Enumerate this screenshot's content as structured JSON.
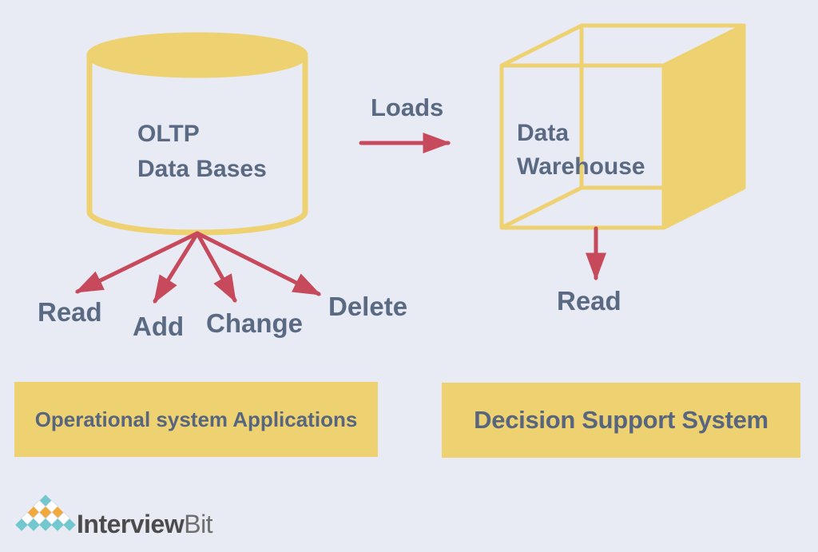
{
  "diagram": {
    "oltp": {
      "line1": "OLTP",
      "line2": "Data Bases"
    },
    "loads_label": "Loads",
    "warehouse": {
      "line1": "Data",
      "line2": "Warehouse"
    },
    "operations": {
      "read": "Read",
      "add": "Add",
      "change": "Change",
      "delete": "Delete"
    },
    "warehouse_read": "Read",
    "left_banner": "Operational system Applications",
    "right_banner": "Decision Support System"
  },
  "branding": {
    "name_bold": "Interview",
    "name_light": "Bit",
    "logo_icon": "pyramid-diamonds-icon"
  },
  "colors": {
    "background": "#E8EAF4",
    "shape_yellow": "#EED171",
    "arrow_red": "#C64A5B",
    "label_text": "#5A6A83",
    "banner_text": "#57667E",
    "logo_teal": "#73C7CF",
    "logo_orange": "#F2A93B",
    "logo_white": "#FFFFFF",
    "logo_name_dark": "#4B4B4B",
    "logo_name_light": "#6E6E6E"
  }
}
